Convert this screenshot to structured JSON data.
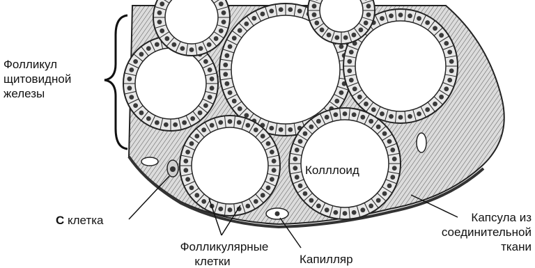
{
  "labels": {
    "follicle_line1": "Фолликул",
    "follicle_line2": "щитовидной",
    "follicle_line3": "железы",
    "colloid": "Колллоид",
    "c_cell_bold": "С",
    "c_cell_rest": " клетка",
    "follicular_line1": "Фолликулярные",
    "follicular_line2": "клетки",
    "capillary": "Капилляр",
    "capsule_line1": "Капсула из",
    "capsule_line2": "соединительной",
    "capsule_line3": "ткани"
  },
  "colors": {
    "tissue_fill": "#d9d9d9",
    "cell_fill": "#e8e8e8",
    "nucleus_fill": "#3a3a3a",
    "colloid_fill": "#ffffff",
    "outline": "#222222"
  }
}
